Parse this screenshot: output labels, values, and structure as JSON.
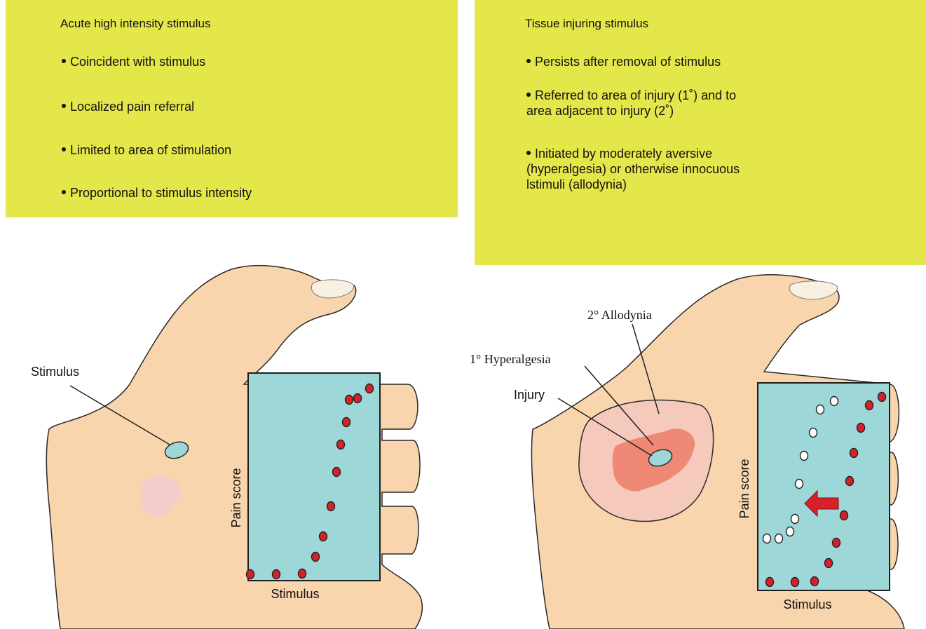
{
  "left_panel": {
    "title": "Acute high intensity stimulus",
    "bullets": [
      "Coincident with stimulus",
      "Localized pain referral",
      "Limited to area of stimulation",
      "Proportional to stimulus intensity"
    ]
  },
  "right_panel": {
    "title": "Tissue injuring stimulus",
    "bullets": [
      "Persists after removal of stimulus",
      "Referred to area of injury (1˚) and to",
      "area adjacent to injury (2˚)",
      "Initiated by moderately aversive",
      "(hyperalgesia) or otherwise innocuous",
      "lstimuli (allodynia)"
    ]
  },
  "left_hand": {
    "stimulus_label": "Stimulus",
    "graph": {
      "ylabel": "Pain score",
      "xlabel": "Stimulus"
    }
  },
  "right_hand": {
    "allodynia_label": "2° Allodynia",
    "hyperalgesia_label": "1° Hyperalgesia",
    "injury_label": "Injury",
    "graph": {
      "ylabel": "Pain score",
      "xlabel": "Stimulus"
    }
  },
  "colors": {
    "panel": "#e4e74a",
    "skin": "#f8d5ad",
    "graph_bg": "#9dd7d7",
    "red_point": "#d8202a",
    "allodynia_zone": "#f6c9bd",
    "hyperalgesia_zone": "#ef8874",
    "arrow": "#d8202a"
  }
}
